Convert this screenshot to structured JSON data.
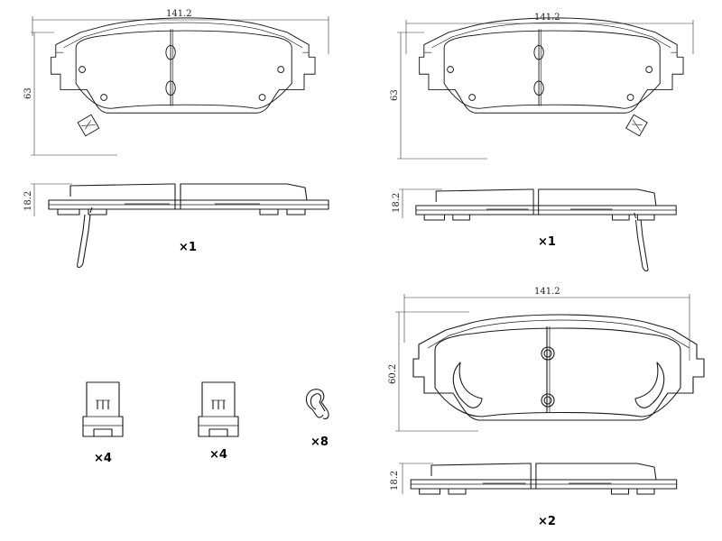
{
  "colors": {
    "line": "#1a1a1a",
    "background": "#ffffff"
  },
  "pads": [
    {
      "id": "pad-1",
      "width_dim": "141.2",
      "height_dim": "63",
      "thickness_dim": "18.2",
      "quantity": "×1",
      "has_wear_sensor": true
    },
    {
      "id": "pad-2",
      "width_dim": "141.2",
      "height_dim": "63",
      "thickness_dim": "18.2",
      "quantity": "×1",
      "has_wear_sensor": true
    },
    {
      "id": "pad-3",
      "width_dim": "141.2",
      "height_dim": "60.2",
      "thickness_dim": "18.2",
      "quantity": "×2",
      "has_wear_sensor": false
    }
  ],
  "accessories": [
    {
      "id": "clip-a",
      "quantity": "×4"
    },
    {
      "id": "clip-b",
      "quantity": "×4"
    },
    {
      "id": "spring",
      "quantity": "×8"
    }
  ]
}
